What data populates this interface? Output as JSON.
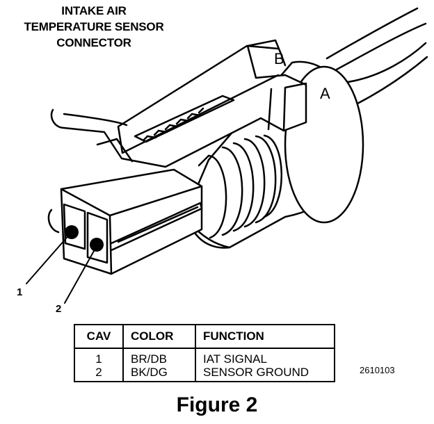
{
  "title": {
    "line1": "INTAKE AIR",
    "line2": "TEMPERATURE SENSOR",
    "line3": "CONNECTOR"
  },
  "labels": {
    "terminal_b": "B",
    "terminal_a": "A",
    "cavity_1": "1",
    "cavity_2": "2"
  },
  "table": {
    "headers": [
      "CAV",
      "COLOR",
      "FUNCTION"
    ],
    "rows": [
      {
        "cav": "1",
        "color": "BR/DB",
        "function": "IAT SIGNAL"
      },
      {
        "cav": "2",
        "color": "BK/DG",
        "function": "SENSOR GROUND"
      }
    ]
  },
  "reference_number": "2610103",
  "figure_caption": "Figure 2"
}
